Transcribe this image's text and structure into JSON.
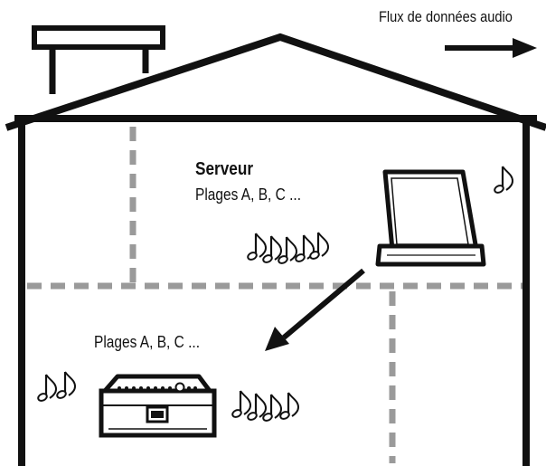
{
  "legend": {
    "flow_label": "Flux de données audio",
    "flow_arrow_icon": "right-arrow-icon"
  },
  "server": {
    "title": "Serveur",
    "tracks": "Plages A, B, C ...",
    "device_icon": "laptop-icon"
  },
  "client": {
    "tracks": "Plages A, B, C ...",
    "device_icon": "audio-system-icon"
  },
  "decor": {
    "note_icon": "music-note-icon",
    "house_icon": "house-outline-icon",
    "stroke_color": "#111111",
    "wall_divider_color": "#9a9a9a"
  }
}
